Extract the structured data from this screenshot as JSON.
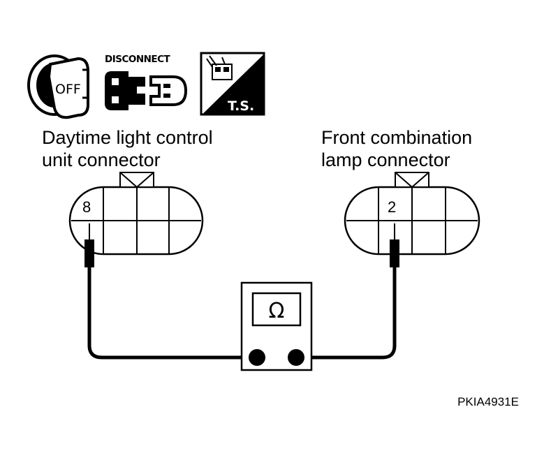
{
  "icons": {
    "ignition": {
      "text": "OFF"
    },
    "disconnect": {
      "text": "DISCONNECT"
    },
    "tester": {
      "text": "T.S."
    }
  },
  "left_connector": {
    "label_line1": "Daytime light control",
    "label_line2": "unit connector",
    "terminal": "8"
  },
  "right_connector": {
    "label_line1": "Front combination",
    "label_line2": "lamp connector",
    "terminal": "2"
  },
  "ohmmeter": {
    "symbol": "Ω"
  },
  "figure_code": "PKIA4931E"
}
